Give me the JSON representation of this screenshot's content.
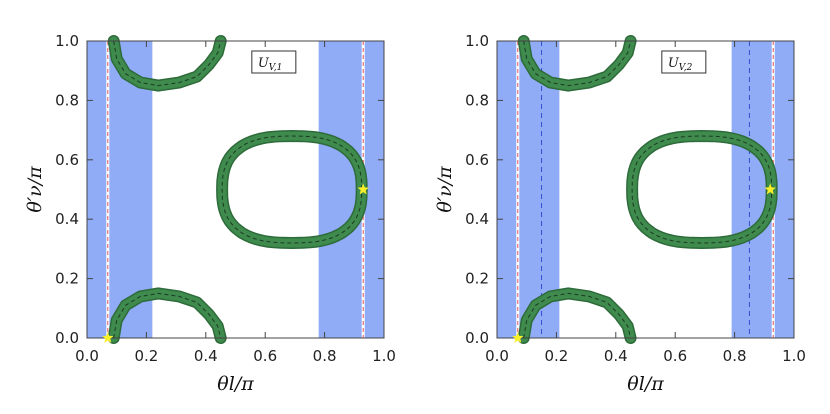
{
  "chart_data": [
    {
      "type": "scatter",
      "panel_label": "U",
      "panel_label_sub": "V,1",
      "xlabel": "θl/π",
      "ylabel": "θ′ν/π",
      "xlim": [
        0,
        1
      ],
      "ylim": [
        0,
        1
      ],
      "x_ticks": [
        "0.0",
        "0.2",
        "0.4",
        "0.6",
        "0.8",
        "1.0"
      ],
      "y_ticks": [
        "0.0",
        "0.2",
        "0.4",
        "0.6",
        "0.8",
        "1.0"
      ],
      "shaded_bands": [
        [
          0.0,
          0.22
        ],
        [
          0.78,
          1.0
        ]
      ],
      "red_lines_x": [
        0.07,
        0.93
      ],
      "blue_dashed_lines_x": [],
      "stars": [
        {
          "x": 0.07,
          "y": 0.0
        },
        {
          "x": 0.93,
          "y": 0.5
        }
      ],
      "band_color": "#7d9ef5",
      "curve_color": "#3f8a4d"
    },
    {
      "type": "scatter",
      "panel_label": "U",
      "panel_label_sub": "V,2",
      "xlabel": "θl/π",
      "ylabel": "θ′ν/π",
      "xlim": [
        0,
        1
      ],
      "ylim": [
        0,
        1
      ],
      "x_ticks": [
        "0.0",
        "0.2",
        "0.4",
        "0.6",
        "0.8",
        "1.0"
      ],
      "y_ticks": [
        "0.0",
        "0.2",
        "0.4",
        "0.6",
        "0.8",
        "1.0"
      ],
      "shaded_bands": [
        [
          0.0,
          0.21
        ],
        [
          0.79,
          1.0
        ]
      ],
      "red_lines_x": [
        0.07,
        0.93
      ],
      "blue_dashed_lines_x": [
        0.15,
        0.85
      ],
      "stars": [
        {
          "x": 0.07,
          "y": 0.0
        },
        {
          "x": 0.92,
          "y": 0.5
        }
      ],
      "band_color": "#7d9ef5",
      "curve_color": "#3f8a4d"
    }
  ]
}
